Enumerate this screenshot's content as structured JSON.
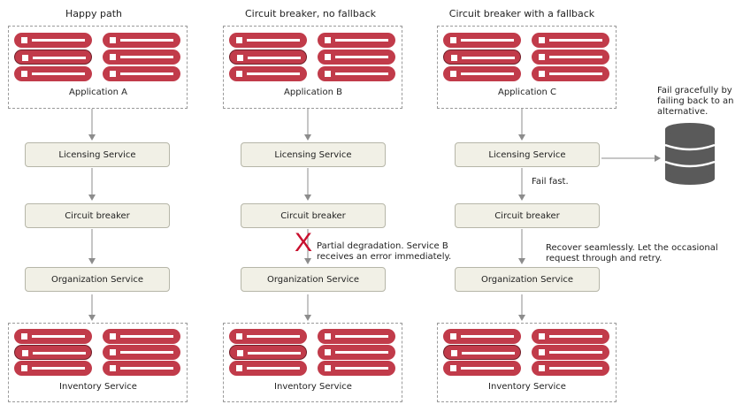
{
  "columns": [
    {
      "title": "Happy path",
      "application_label": "Application A",
      "licensing_label": "Licensing Service",
      "breaker_label": "Circuit breaker",
      "organization_label": "Organization Service",
      "inventory_label": "Inventory Service"
    },
    {
      "title": "Circuit breaker, no fallback",
      "application_label": "Application B",
      "licensing_label": "Licensing Service",
      "breaker_label": "Circuit breaker",
      "organization_label": "Organization Service",
      "inventory_label": "Inventory Service"
    },
    {
      "title": "Circuit breaker with a fallback",
      "application_label": "Application C",
      "licensing_label": "Licensing Service",
      "breaker_label": "Circuit breaker",
      "organization_label": "Organization Service",
      "inventory_label": "Inventory Service"
    }
  ],
  "annotations": {
    "degradation_line1": "Partial degradation. Service B",
    "degradation_line2": "receives an error immediately.",
    "fail_fast": "Fail fast.",
    "recover_line1": "Recover seamlessly. Let the occasional",
    "recover_line2": "request through and retry.",
    "fallback_line1": "Fail gracefully by",
    "fallback_line2": "failing back to an",
    "fallback_line3": "alternative."
  },
  "failure_mark": "X",
  "colors": {
    "server_red": "#c13b4a",
    "service_box_fill": "#f1f0e6",
    "arrow_gray": "#8c8c8c",
    "failure_red": "#c8102e",
    "database_gray": "#5a5a5a"
  }
}
